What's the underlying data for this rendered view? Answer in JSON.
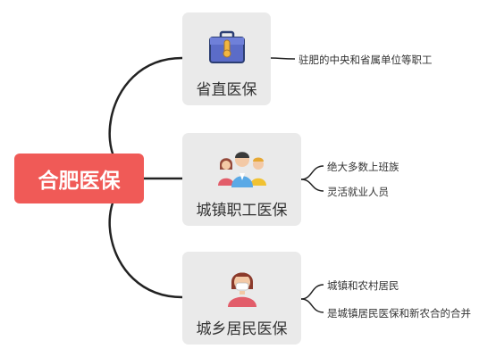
{
  "root": {
    "label": "合肥医保"
  },
  "branches": [
    {
      "label": "省直医保",
      "icon": "briefcase-icon",
      "leaves": [
        "驻肥的中央和省属单位等职工"
      ]
    },
    {
      "label": "城镇职工医保",
      "icon": "workers-group-icon",
      "leaves": [
        "绝大多数上班族",
        "灵活就业人员"
      ]
    },
    {
      "label": "城乡居民医保",
      "icon": "masked-resident-icon",
      "leaves": [
        "城镇和农村居民",
        "是城镇居民医保和新农合的合并"
      ]
    }
  ],
  "colors": {
    "root": "#f05a57",
    "card": "#eaeaea",
    "connector": "#222222"
  }
}
